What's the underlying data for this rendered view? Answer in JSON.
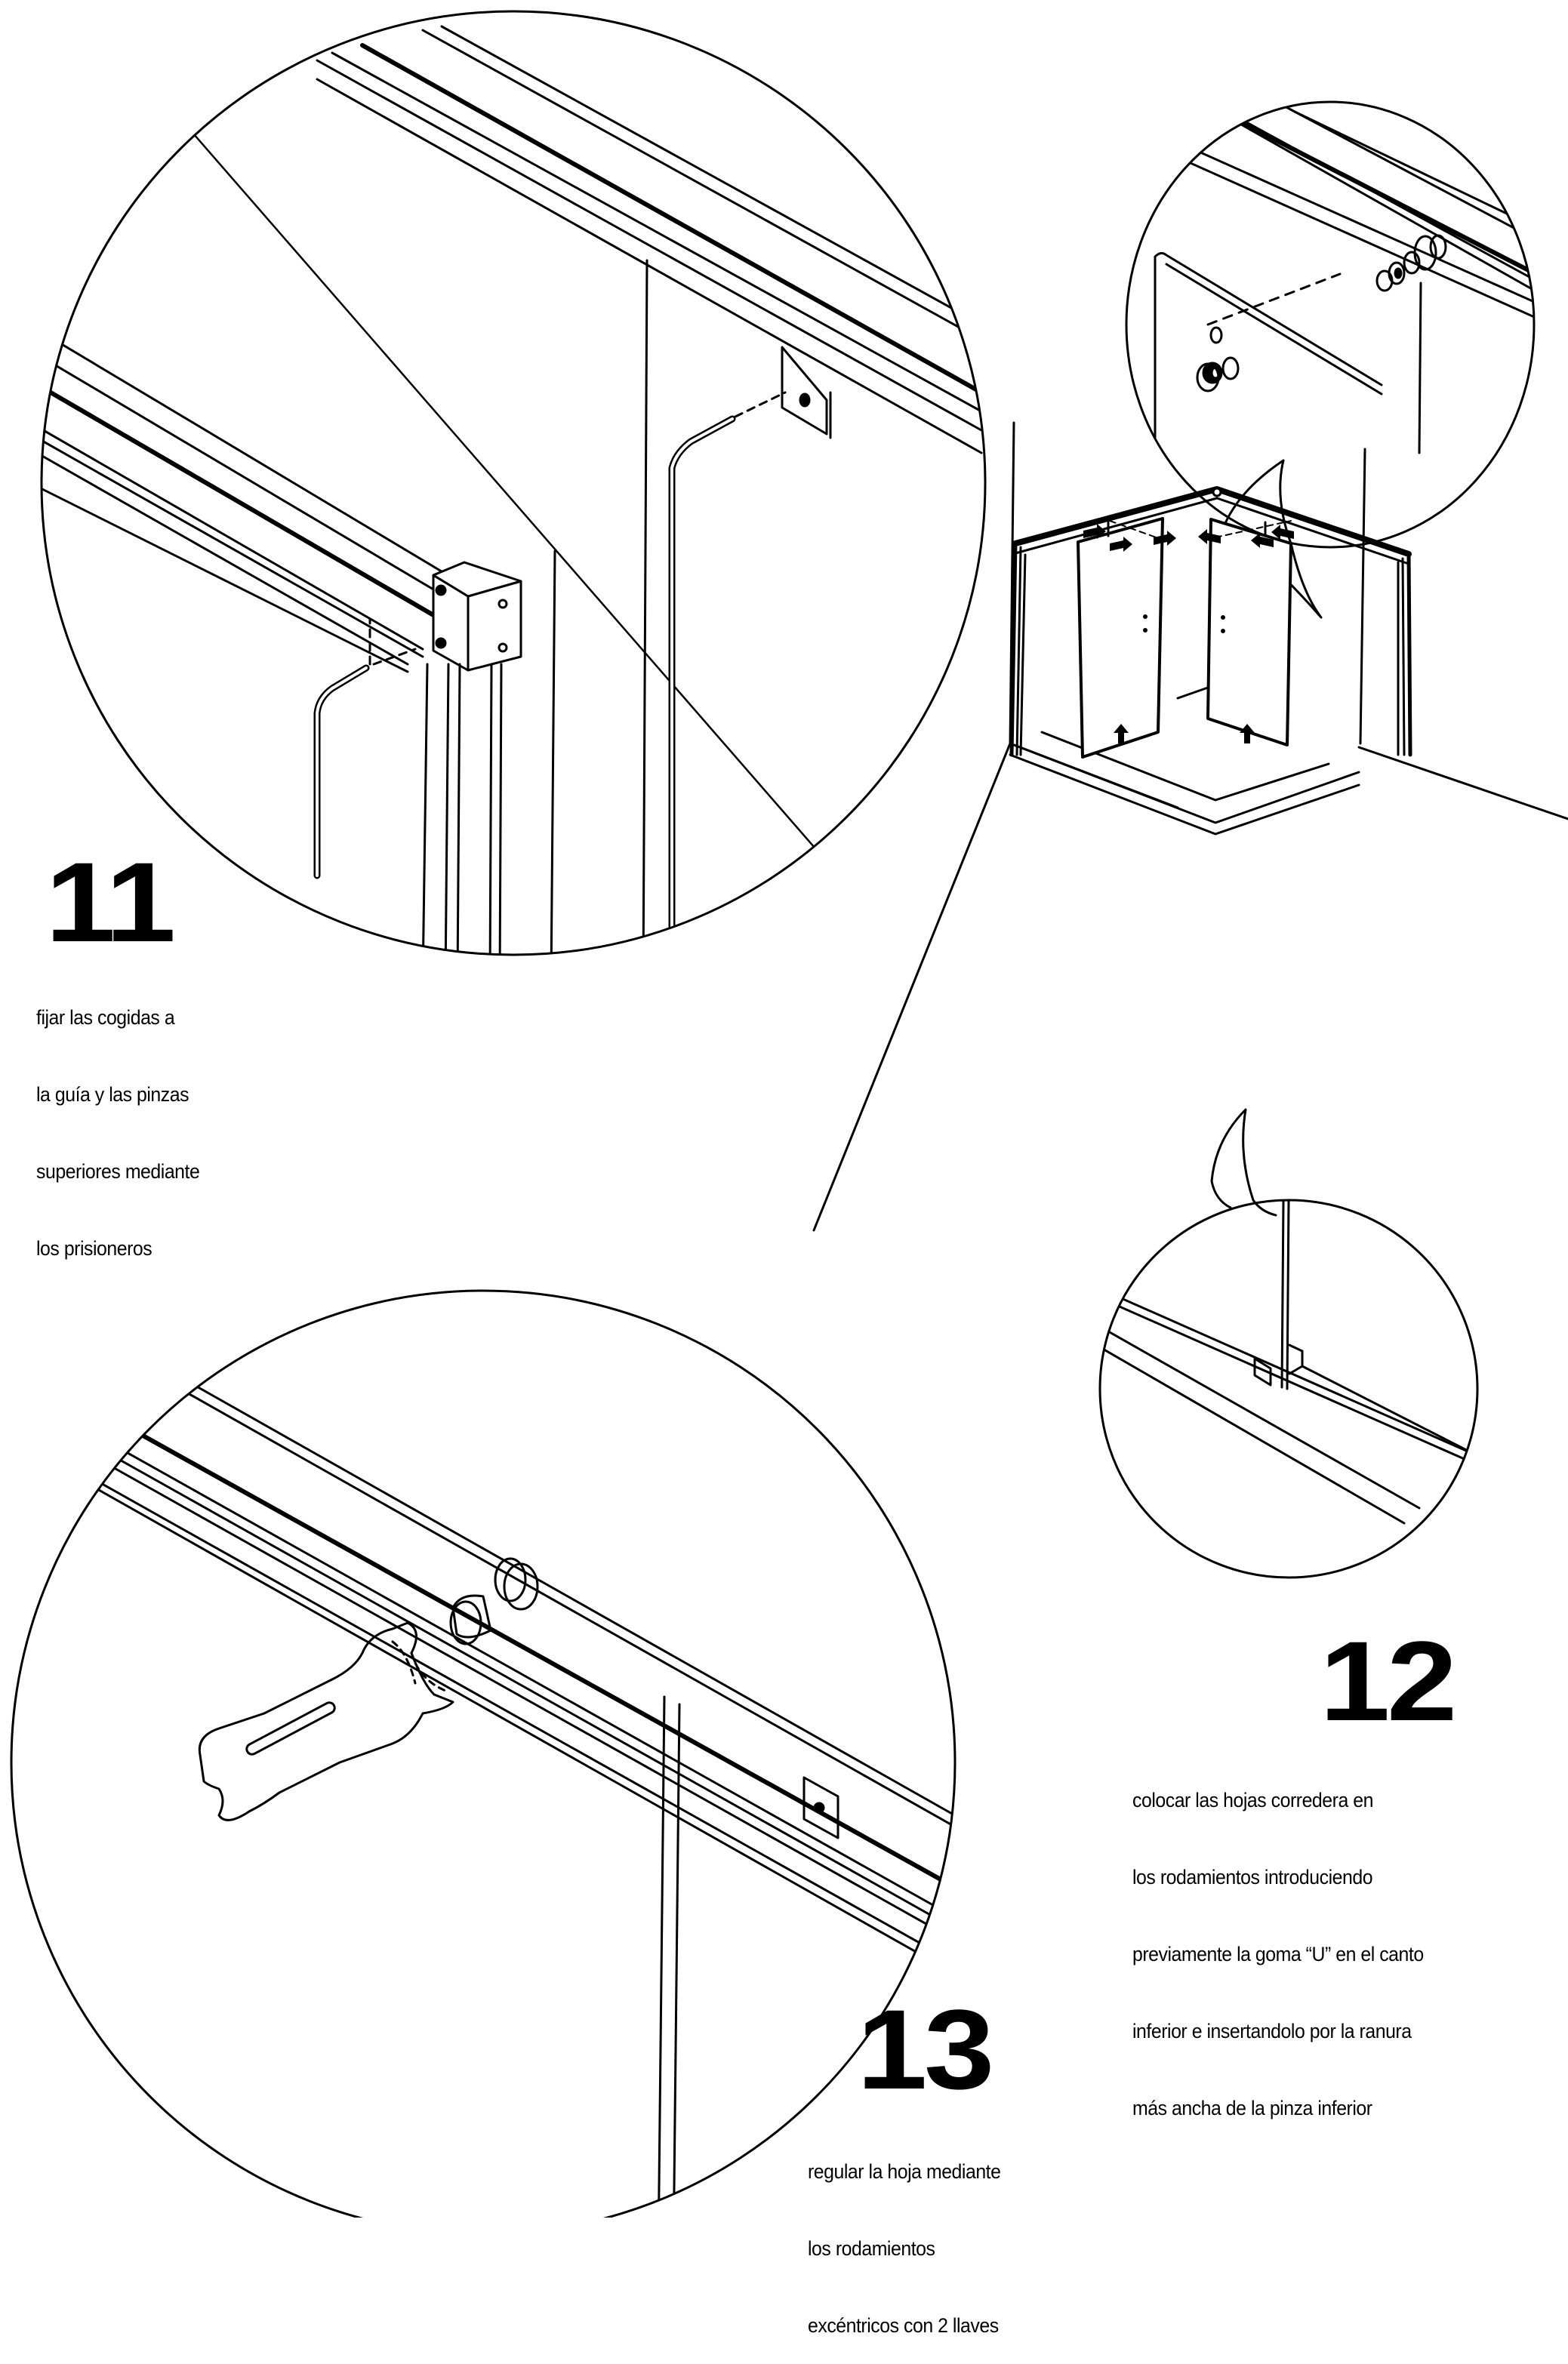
{
  "page": {
    "background": "#ffffff",
    "ink": "#000000"
  },
  "steps": [
    {
      "number": "11",
      "lines": [
        "fijar las cogidas a",
        "la guía y las pinzas",
        "superiores mediante",
        "los prisioneros"
      ]
    },
    {
      "number": "12",
      "lines": [
        "colocar las hojas corredera en",
        "los rodamientos introduciendo",
        "previamente la goma “U” en el canto",
        "inferior e insertandolo por la ranura",
        "más ancha de la pinza inferior"
      ]
    },
    {
      "number": "13",
      "lines": [
        "regular la hoja mediante",
        "los rodamientos",
        "excéntricos con 2 llaves"
      ]
    }
  ],
  "illustrations": [
    {
      "id": "detail-11",
      "subject": "top guide rail with bracket and allen keys"
    },
    {
      "id": "detail-12-top",
      "subject": "roller bearing assembly on upper rail"
    },
    {
      "id": "overview-12",
      "subject": "corner shower enclosure with two sliding panels"
    },
    {
      "id": "detail-12-bottom",
      "subject": "lower clip on bottom profile"
    },
    {
      "id": "detail-13",
      "subject": "wrench adjusting eccentric bearing"
    }
  ]
}
